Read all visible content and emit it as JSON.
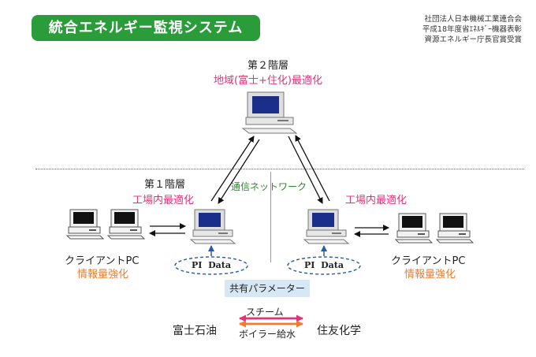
{
  "title": "統合エネルギー監視システム",
  "award": {
    "line1": "社団法人日本機械工業連合会",
    "line2": "平成18年度省ｴﾈﾙｷﾞｰ機器表彰",
    "line3": "資源エネルギー庁長官賞受賞"
  },
  "level2": {
    "heading": "第２階層",
    "subheading": "地域(富士+住化)最適化"
  },
  "level1": {
    "heading": "第１階層",
    "left_optimization": "工場内最適化",
    "right_optimization": "工場内最適化"
  },
  "network_label": "通信ネットワーク",
  "left_client": {
    "label": "クライアントPC",
    "sublabel": "情報量強化"
  },
  "right_client": {
    "label": "クライアントPC",
    "sublabel": "情報量強化"
  },
  "pi_data_left": "PI  Data",
  "pi_data_right": "PI  Data",
  "shared_parameters": "共有パラメーター",
  "left_company": "富士石油",
  "right_company": "住友化学",
  "steam_label": "スチーム",
  "boiler_label": "ボイラー給水",
  "colors": {
    "title_green": "#2a9d3a",
    "pink": "#e0347a",
    "orange": "#ef7b2e",
    "network_green": "#2a8a2a"
  }
}
